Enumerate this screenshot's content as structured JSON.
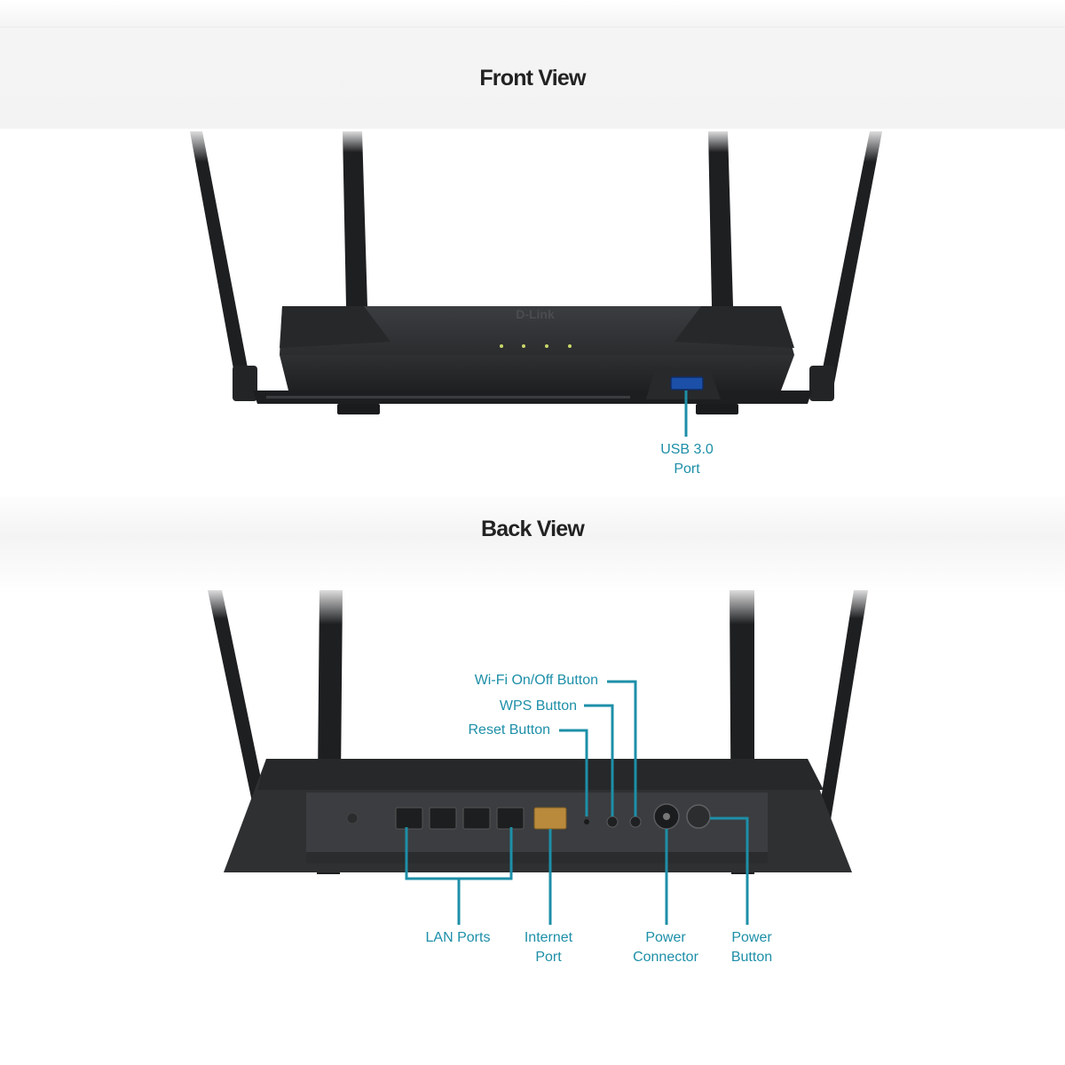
{
  "front": {
    "title": "Front View",
    "usb_label_line1": "USB 3.0",
    "usb_label_line2": "Port"
  },
  "back": {
    "title": "Back View",
    "callouts": {
      "wifi_button": "Wi-Fi On/Off Button",
      "wps_button": "WPS Button",
      "reset_button": "Reset Button",
      "lan_ports": "LAN Ports",
      "internet_port_line1": "Internet",
      "internet_port_line2": "Port",
      "power_connector_line1": "Power",
      "power_connector_line2": "Connector",
      "power_button_line1": "Power",
      "power_button_line2": "Button"
    }
  },
  "colors": {
    "callout": "#1d8fa8",
    "router_body": "#2f3133",
    "antenna": "#1e1f21",
    "internet_port": "#b98a3c"
  }
}
